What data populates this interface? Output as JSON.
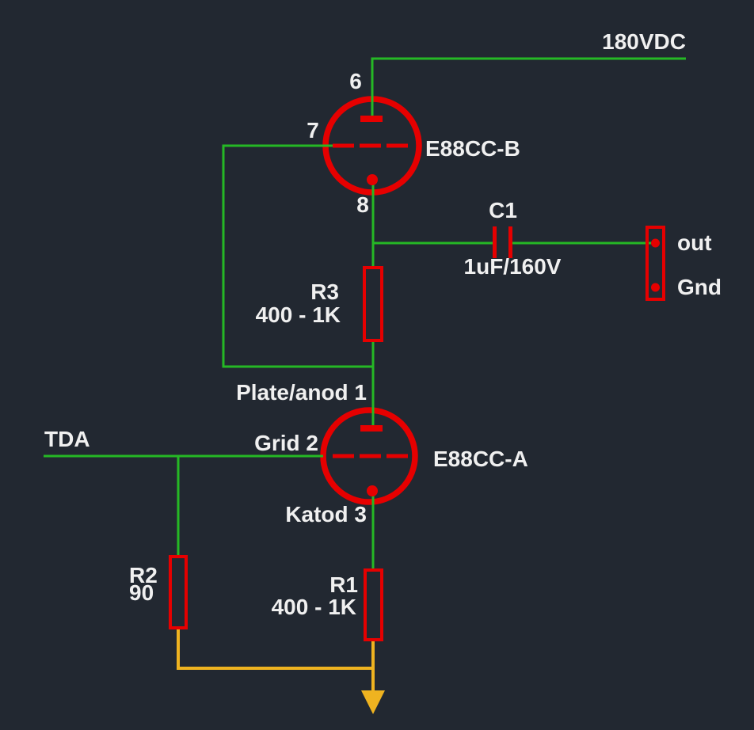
{
  "canvas": {
    "background": "#222831",
    "colors": {
      "wire_green": "#25b825",
      "component_red": "#e60000",
      "ground_orange": "#efb320",
      "text_white": "#f0f0f0"
    }
  },
  "labels": {
    "supply": "180VDC",
    "input": "TDA",
    "output_out": "out",
    "output_gnd": "Gnd"
  },
  "tube_b": {
    "name": "E88CC-B",
    "pin_plate": "6",
    "pin_grid": "7",
    "pin_cathode": "8"
  },
  "tube_a": {
    "name": "E88CC-A",
    "pin_plate": "Plate/anod 1",
    "pin_grid": "Grid 2",
    "pin_cathode": "Katod 3"
  },
  "components": {
    "r3": {
      "ref": "R3",
      "value": "400 - 1K"
    },
    "r2": {
      "ref": "R2",
      "value": "90"
    },
    "r1": {
      "ref": "R1",
      "value": "400 - 1K"
    },
    "c1": {
      "ref": "C1",
      "value": "1uF/160V"
    }
  }
}
